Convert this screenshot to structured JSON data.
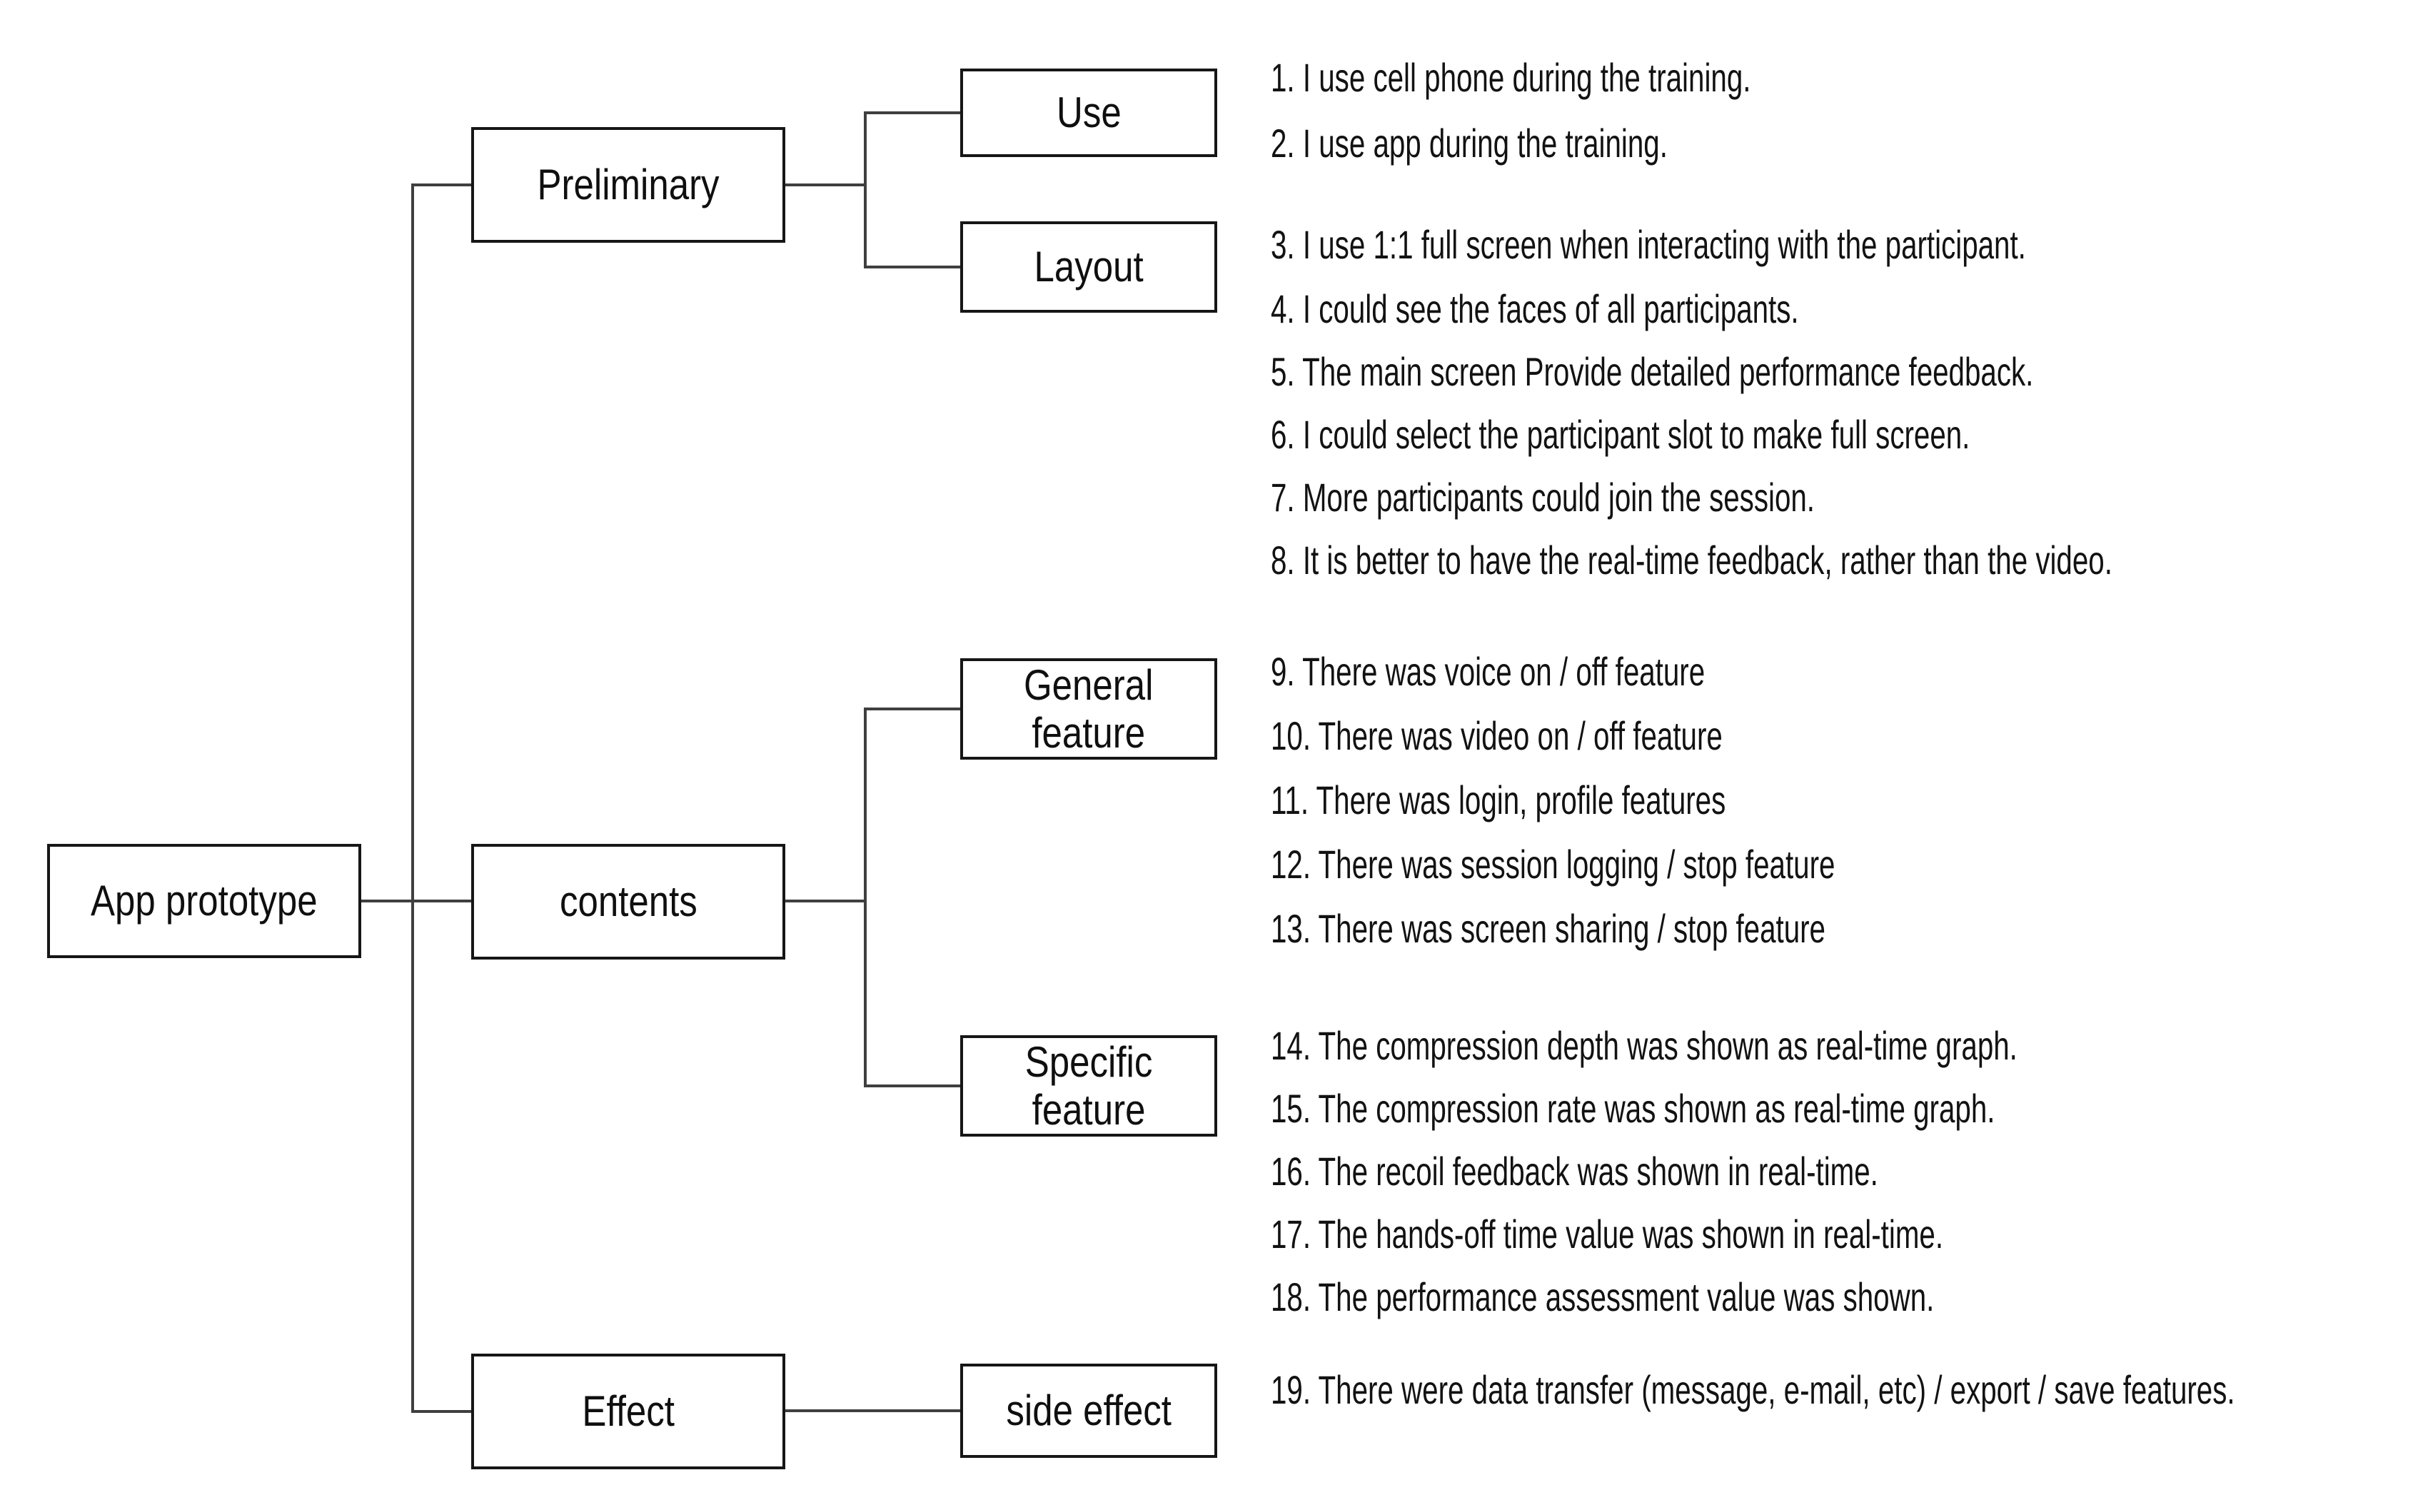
{
  "diagram": {
    "colors": {
      "background": "#ffffff",
      "box_border": "#161616",
      "connector": "#3f3f3f",
      "text": "#121212"
    },
    "nodes": {
      "root": {
        "label": "App prototype"
      },
      "preliminary": {
        "label": "Preliminary"
      },
      "contents": {
        "label": "contents"
      },
      "effect": {
        "label": "Effect"
      },
      "use": {
        "label": "Use"
      },
      "layout": {
        "label": "Layout"
      },
      "general_feature": {
        "label": "General\nfeature"
      },
      "specific_feature": {
        "label": "Specific\nfeature"
      },
      "side_effect": {
        "label": "side effect"
      }
    },
    "statements": [
      "1. I use cell phone during the training.",
      "2. I use app during the training.",
      "3. I use 1:1 full screen when interacting with the participant.",
      "4. I could see the faces of all participants.",
      "5. The main screen Provide detailed performance feedback.",
      "6. I could select the participant slot to make full screen.",
      "7. More participants could join the session.",
      "8. It is better to have the real-time feedback, rather than the video.",
      "9. There was voice on / off feature",
      "10. There was video on / off feature",
      "11. There was login, profile features",
      "12. There was session logging / stop feature",
      "13. There was screen sharing / stop feature",
      "14. The compression depth was shown as real-time graph.",
      "15. The compression rate was shown as real-time graph.",
      "16. The recoil feedback was shown in real-time.",
      "17. The hands-off time value was shown in real-time.",
      "18. The performance assessment value was shown.",
      "19. There were data transfer (message, e-mail, etc) / export / save features."
    ]
  }
}
